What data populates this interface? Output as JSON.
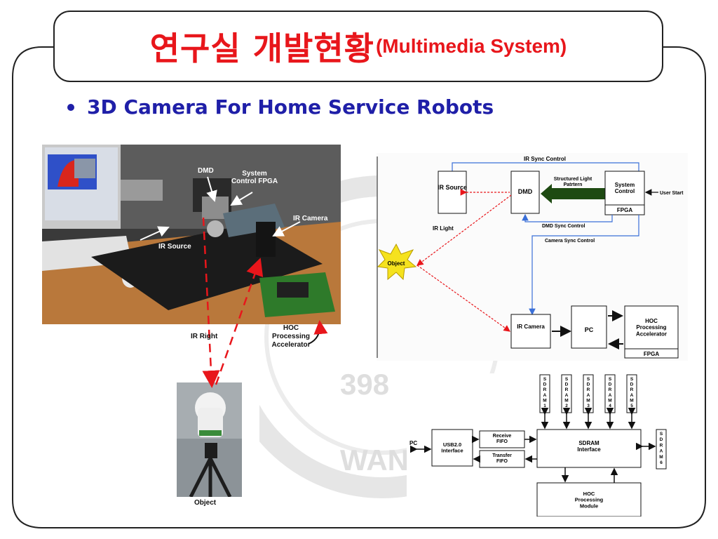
{
  "title": {
    "korean": "연구실 개발현황",
    "english": "(Multimedia System)"
  },
  "bullet": "3D Camera For Home Service Robots",
  "watermark": {
    "number": "398",
    "text": "WAN"
  },
  "photo_labels": {
    "dmd": "DMD",
    "system_control_fpga": "System Control FPGA",
    "ir_camera": "IR Camera",
    "ir_source": "IR Source",
    "ir_right": "IR Right",
    "hoc_accelerator": "HOC Processing Accelerator",
    "object": "Object"
  },
  "system_diagram": {
    "ir_sync_control": "IR Sync Control",
    "ir_source": "IR Source",
    "dmd": "DMD",
    "structured_light": "Structured Light Patrtern",
    "system_control": "System Control",
    "fpga": "FPGA",
    "user_start": "User Start",
    "ir_light": "IR Light",
    "dmd_sync_control": "DMD Sync Control",
    "camera_sync_control": "Camera Sync Control",
    "object": "Object",
    "ir_camera": "IR Camera",
    "pc": "PC",
    "hoc_accelerator": "HOC Processing Accelerator",
    "hoc_fpga": "FPGA"
  },
  "hw_diagram": {
    "sdrams": [
      "SDRAM1",
      "SDRAM2",
      "SDRAM3",
      "SDRAM4",
      "SDRAM5"
    ],
    "sdram6": "SDRAM6",
    "pc": "PC",
    "usb": "USB2.0 Interface",
    "receive_fifo": "Receive FIFO",
    "transfer_fifo": "Transfer FIFO",
    "sdram_interface": "SDRAM Interface",
    "hoc_module": "HOC Processing Module"
  }
}
